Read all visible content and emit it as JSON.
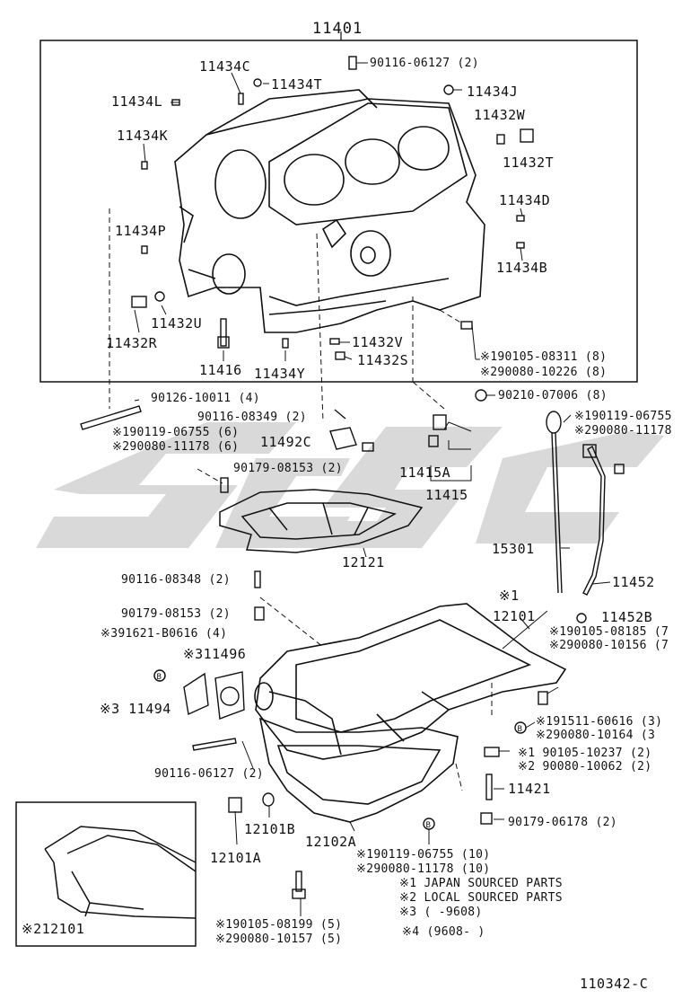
{
  "diagram": {
    "title_part": "11401",
    "figure_code": "110342-C",
    "labels": {
      "p11434C": "11434C",
      "p11434T": "11434T",
      "p90116_06127_top": "90116-06127 (2)",
      "p11434L": "11434L",
      "p11434J": "11434J",
      "p11432W": "11432W",
      "p11434K": "11434K",
      "p11432T": "11432T",
      "p11434D": "11434D",
      "p11434P": "11434P",
      "p11434B": "11434B",
      "p11432U": "11432U",
      "p11432R": "11432R",
      "p11432V": "11432V",
      "p190105_08311": "※190105-08311 (8)",
      "p11416": "11416",
      "p11434Y": "11434Y",
      "p11432S": "11432S",
      "p290080_10226": "※290080-10226 (8)",
      "p90126_10011": "90126-10011 (4)",
      "p90210_07006": "90210-07006 (8)",
      "p90116_08349": "90116-08349 (2)",
      "p190119_06755_r": "※190119-06755",
      "p190119_06755_l": "※190119-06755 (6)",
      "p11492C": "11492C",
      "p290080_11178_r": "※290080-11178",
      "p290080_11178_l": "※290080-11178 (6)",
      "p90179_08153_a": "90179-08153 (2)",
      "p11415A": "11415A",
      "p11415": "11415",
      "p15301": "15301",
      "p12121": "12121",
      "p90116_08348": "90116-08348 (2)",
      "p11452": "11452",
      "p_note1_marker": "※1",
      "p90179_08153_b": "90179-08153 (2)",
      "p12101": "12101",
      "p11452B": "11452B",
      "p391621": "※391621-B0616 (4)",
      "p190105_08185": "※190105-08185 (7",
      "p311496": "※311496",
      "p290080_10156": "※290080-10156 (7",
      "p11494": "※3 11494",
      "p191511": "※191511-60616 (3)",
      "p290080_10164": "※290080-10164 (3",
      "p90116_06127_bot": "90116-06127 (2)",
      "p90105_10237": "※1 90105-10237 (2)",
      "p90080_10062": "※2 90080-10062 (2)",
      "p11421": "11421",
      "p12101B": "12101B",
      "p90179_06178": "90179-06178 (2)",
      "p12101A": "12101A",
      "p12102A": "12102A",
      "p190119_06755_10": "※190119-06755 (10)",
      "p290080_11178_10": "※290080-11178 (10)",
      "p212101": "※212101",
      "p190105_08199": "※190105-08199 (5)",
      "p290080_10157": "※290080-10157 (5)"
    },
    "notes": {
      "n1": "※1 JAPAN SOURCED PARTS",
      "n2": "※2 LOCAL SOURCED PARTS",
      "n3": "※3 (       -9608)",
      "n4": "※4 (9608-       )"
    },
    "watermark_text": "SJSC",
    "colors": {
      "line": "#111111",
      "watermark": "#d9d9d9"
    }
  }
}
